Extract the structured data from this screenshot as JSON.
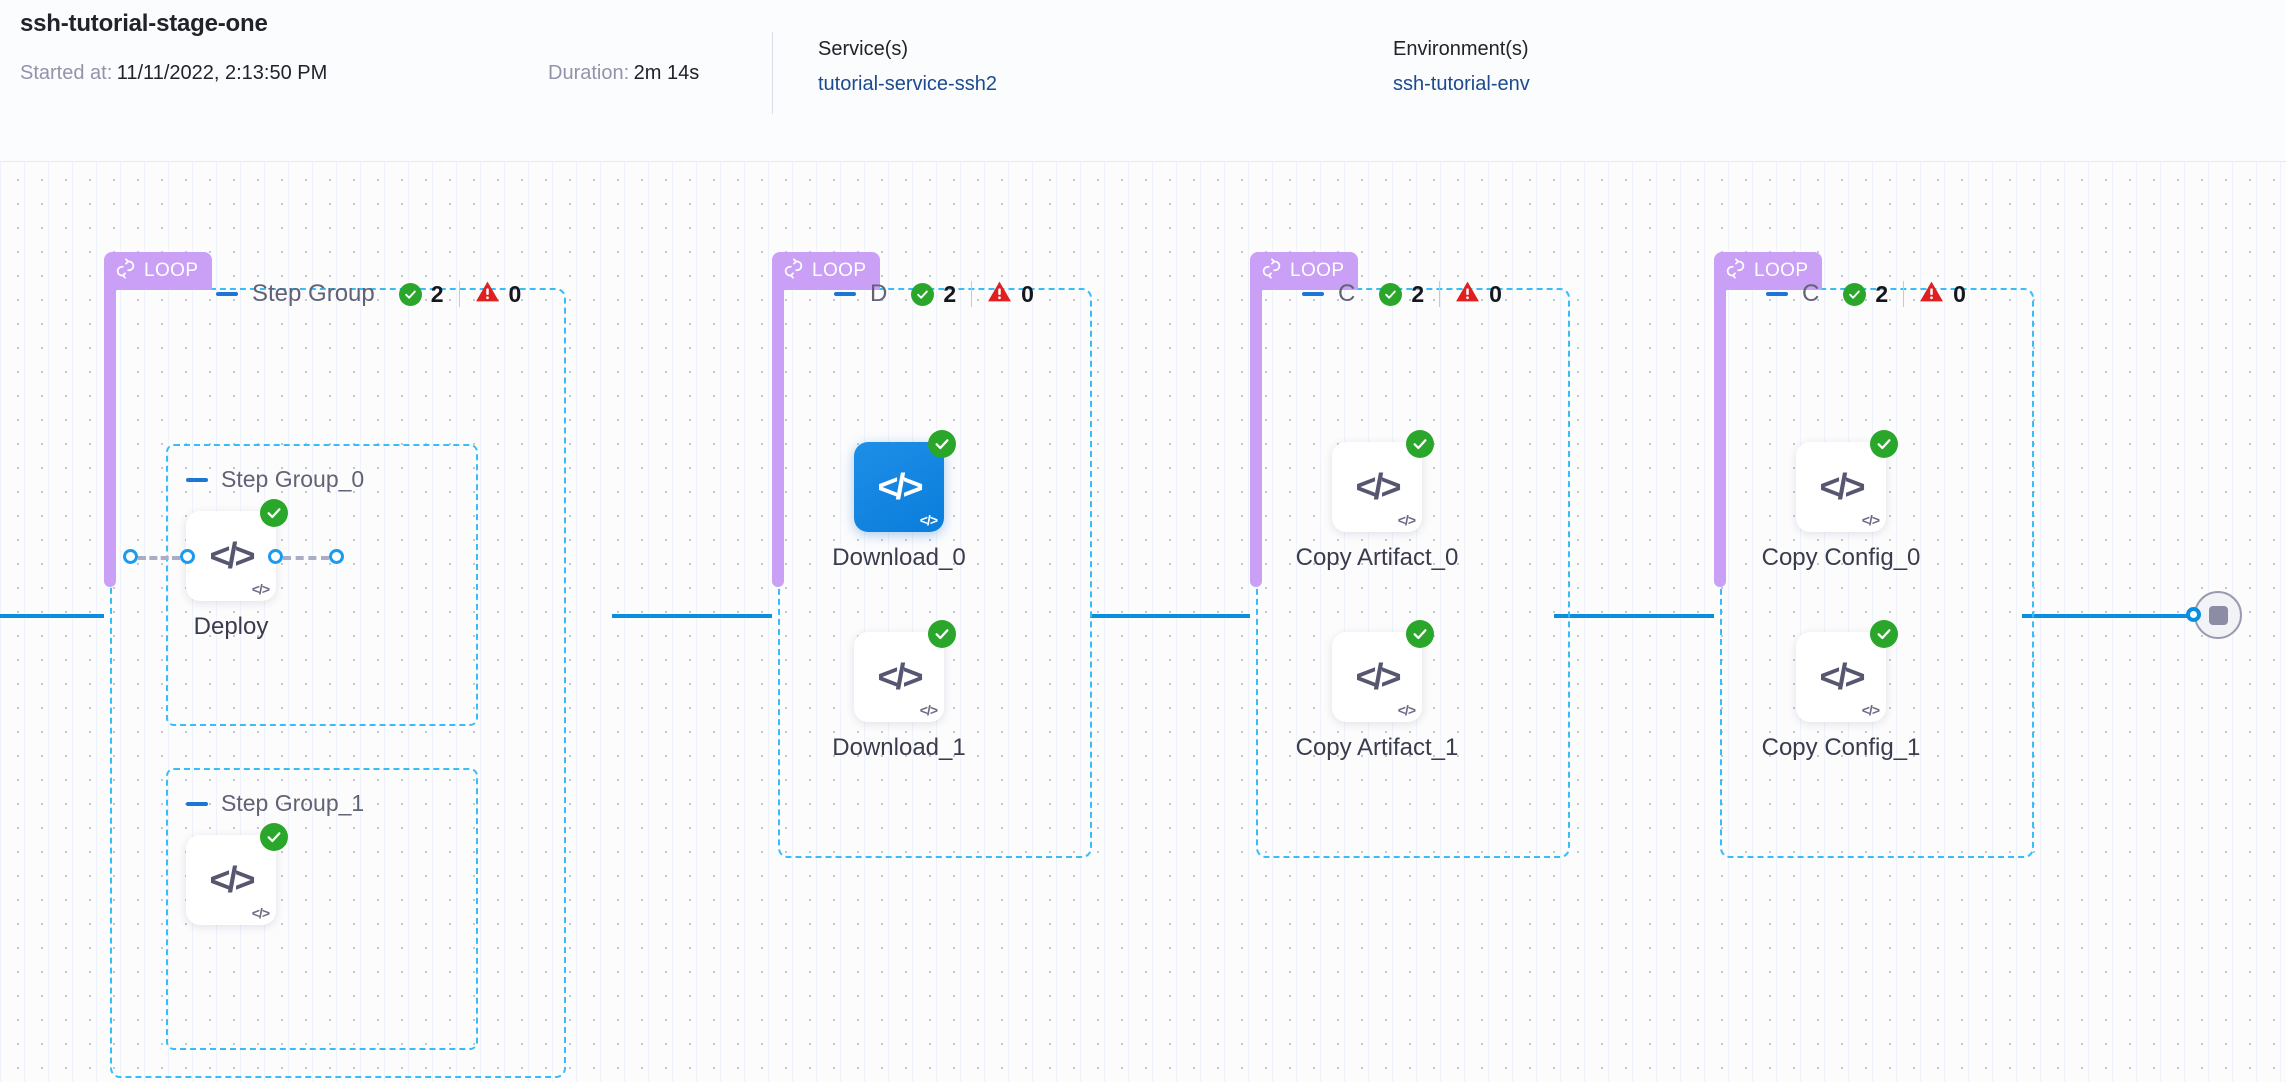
{
  "header": {
    "title": "ssh-tutorial-stage-one",
    "started_label": "Started at:",
    "started_value": "11/11/2022, 2:13:50 PM",
    "duration_label": "Duration:",
    "duration_value": "2m 14s",
    "services_label": "Service(s)",
    "services_value": "tutorial-service-ssh2",
    "environments_label": "Environment(s)",
    "environments_value": "ssh-tutorial-env"
  },
  "colors": {
    "loop_badge": "#c9a0f5",
    "group_border": "#38bdf8",
    "connector": "#0a8fe0",
    "success": "#2aa72a",
    "error": "#e02020",
    "selected_node": "#0a7ddb"
  },
  "groups": [
    {
      "badge": "LOOP",
      "title": "Step Group",
      "title_truncated": false,
      "success_count": "2",
      "error_count": "0",
      "subgroups": [
        {
          "title": "Step Group_0"
        },
        {
          "title": "Step Group_1"
        }
      ],
      "nodes": [
        {
          "label": "Deploy",
          "status": "success",
          "selected": false,
          "glyph": "</>",
          "corner": "</>"
        },
        {
          "label": "",
          "status": "success",
          "selected": false,
          "glyph": "</>",
          "corner": "</>"
        }
      ]
    },
    {
      "badge": "LOOP",
      "title": "D",
      "title_truncated": true,
      "success_count": "2",
      "error_count": "0",
      "subgroups": [],
      "nodes": [
        {
          "label": "Download_0",
          "status": "success",
          "selected": true,
          "glyph": "</>",
          "corner": "</>"
        },
        {
          "label": "Download_1",
          "status": "success",
          "selected": false,
          "glyph": "</>",
          "corner": "</>"
        }
      ]
    },
    {
      "badge": "LOOP",
      "title": "C",
      "title_truncated": true,
      "success_count": "2",
      "error_count": "0",
      "subgroups": [],
      "nodes": [
        {
          "label": "Copy Artifact_0",
          "status": "success",
          "selected": false,
          "glyph": "</>",
          "corner": "</>"
        },
        {
          "label": "Copy Artifact_1",
          "status": "success",
          "selected": false,
          "glyph": "</>",
          "corner": "</>"
        }
      ]
    },
    {
      "badge": "LOOP",
      "title": "C",
      "title_truncated": true,
      "success_count": "2",
      "error_count": "0",
      "subgroups": [],
      "nodes": [
        {
          "label": "Copy Config_0",
          "status": "success",
          "selected": false,
          "glyph": "</>",
          "corner": "</>"
        },
        {
          "label": "Copy Config_1",
          "status": "success",
          "selected": false,
          "glyph": "</>",
          "corner": "</>"
        }
      ]
    }
  ],
  "end_node": {
    "icon": "stop-icon"
  }
}
